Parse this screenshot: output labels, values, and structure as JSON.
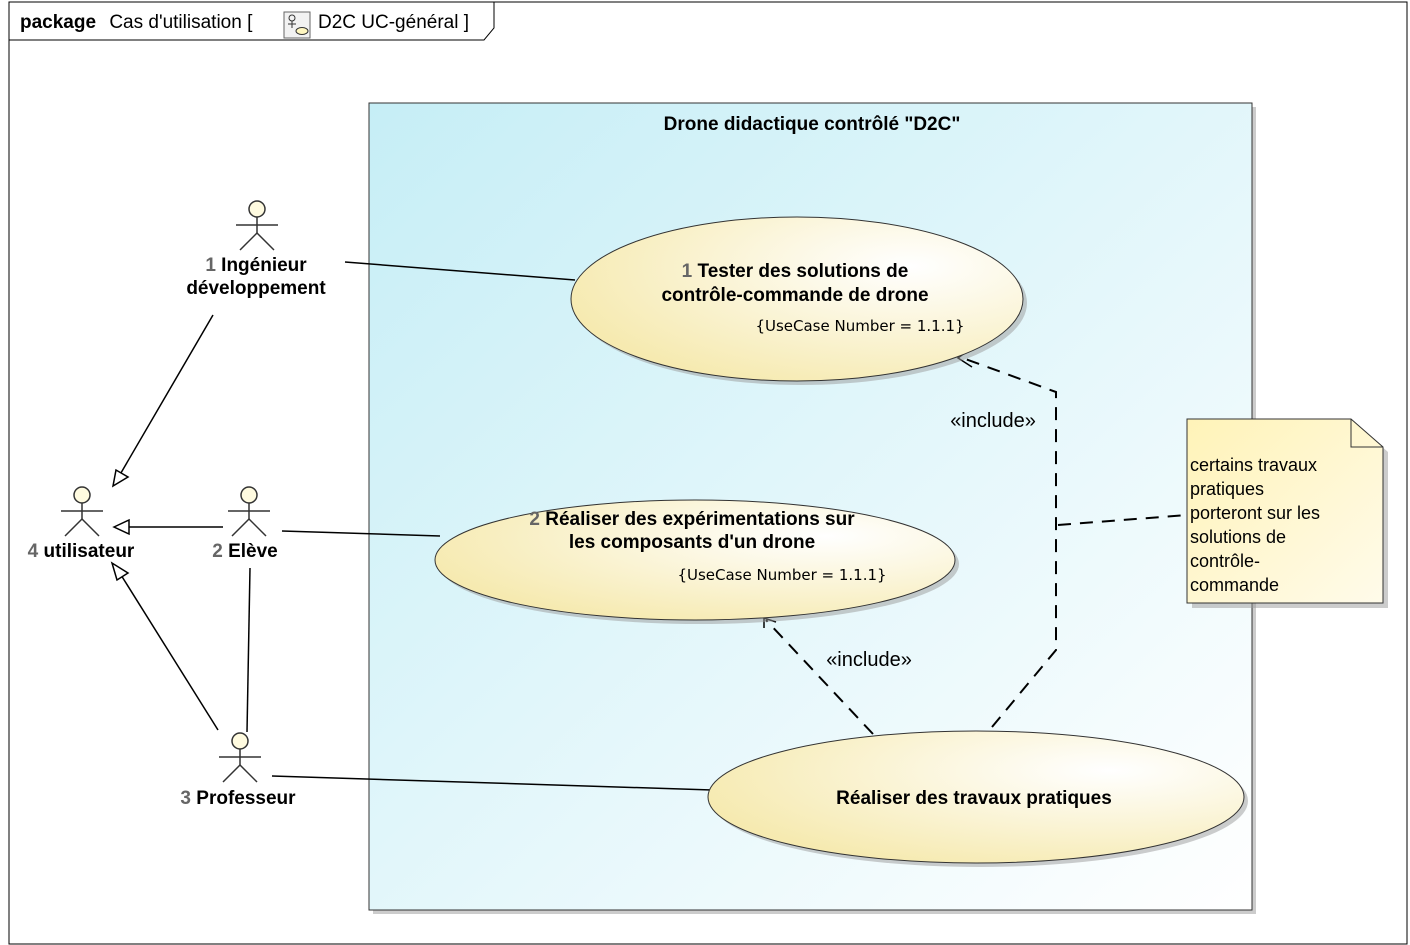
{
  "frame": {
    "keyword": "package",
    "name": "Cas d'utilisation [",
    "diagram_icon": "use-case-diagram-icon",
    "diagram_name": "D2C UC-général ]"
  },
  "system": {
    "title": "Drone didactique contrôlé \"D2C\""
  },
  "actors": [
    {
      "id": "ingenieur",
      "number": "1",
      "name_line1": "Ingénieur",
      "name_line2": "développement"
    },
    {
      "id": "utilisateur",
      "number": "4",
      "name_line1": "utilisateur"
    },
    {
      "id": "eleve",
      "number": "2",
      "name_line1": "Elève"
    },
    {
      "id": "professeur",
      "number": "3",
      "name_line1": "Professeur"
    }
  ],
  "use_cases": [
    {
      "id": "uc1",
      "number": "1",
      "name_line1": "Tester des solutions de",
      "name_line2": "contrôle-commande de drone",
      "property": "{UseCase Number = 1.1.1}"
    },
    {
      "id": "uc2",
      "number": "2",
      "name_line1": "Réaliser des expérimentations sur",
      "name_line2": "les composants d'un drone",
      "property": "{UseCase Number = 1.1.1}"
    },
    {
      "id": "uc3",
      "name_line1": "Réaliser des travaux pratiques"
    }
  ],
  "relations": {
    "include_label_1": "«include»",
    "include_label_2": "«include»"
  },
  "note": {
    "lines": [
      "certains travaux",
      "pratiques",
      "porteront sur les",
      "solutions de",
      "contrôle-",
      "commande"
    ]
  },
  "colors": {
    "system_fill": "#d9f3f8",
    "usecase_fill": "#fbf3c8",
    "note_fill": "#fff9d6",
    "actor_head": "#fffbe0",
    "line": "#000000"
  }
}
